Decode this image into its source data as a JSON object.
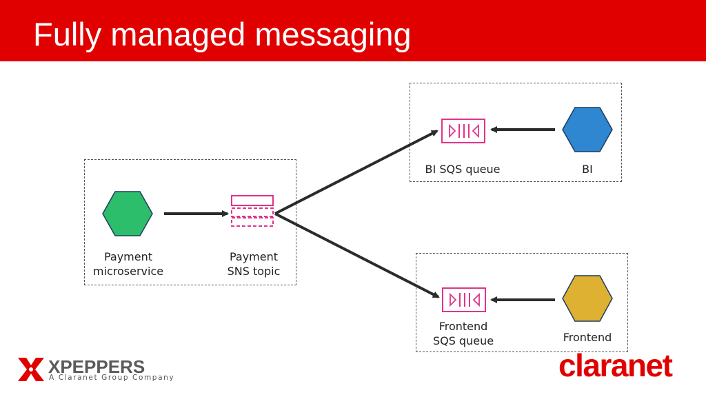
{
  "slide": {
    "title": "Fully managed messaging"
  },
  "nodes": {
    "payment_microservice": {
      "label_line1": "Payment",
      "label_line2": "microservice",
      "color": "#2dbe6c"
    },
    "payment_sns_topic": {
      "label_line1": "Payment",
      "label_line2": "SNS topic",
      "color": "#e2338a"
    },
    "bi_sqs_queue": {
      "label": "BI SQS queue",
      "color": "#e2338a"
    },
    "bi": {
      "label": "BI",
      "color": "#2f86d1"
    },
    "frontend_sqs_queue": {
      "label_line1": "Frontend",
      "label_line2": "SQS queue",
      "color": "#e2338a"
    },
    "frontend": {
      "label": "Frontend",
      "color": "#dfb132"
    }
  },
  "branding": {
    "xpeppers_name": "XPEPPERS",
    "xpeppers_tagline": "A Claranet Group Company",
    "claranet_name": "claranet",
    "accent_color": "#e10000"
  }
}
